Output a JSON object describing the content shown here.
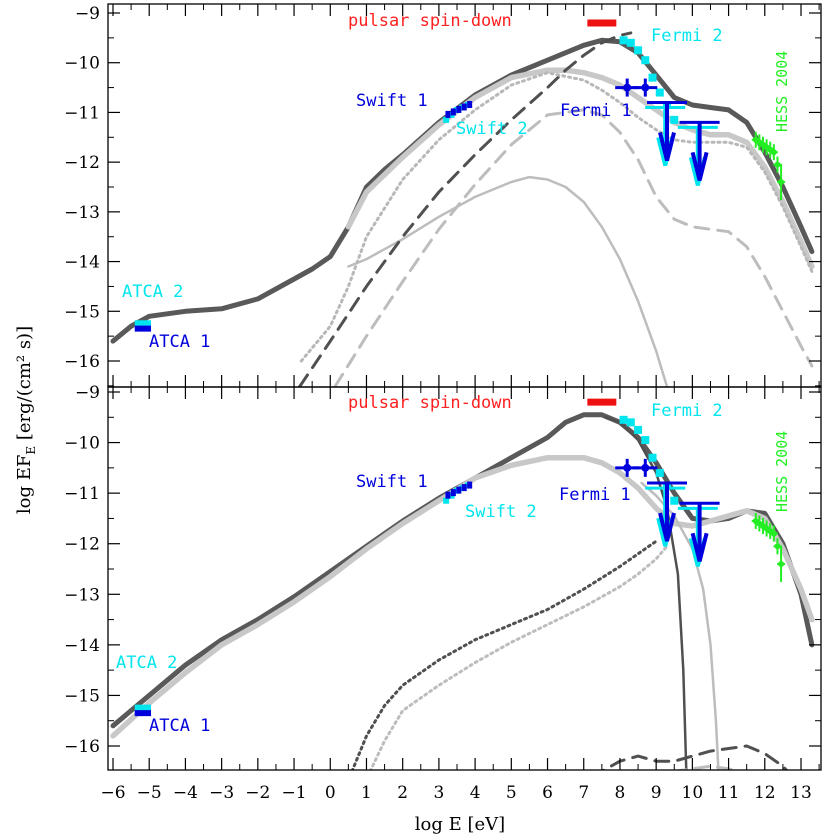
{
  "figure": {
    "xlabel": "log E [eV]",
    "ylabel": "log EF",
    "ylabel_sub": "E",
    "ylabel_units": " [erg/(cm² s)]"
  },
  "chart_data": [
    {
      "type": "line",
      "panel": "top",
      "title": "",
      "xlabel": "log E [eV]",
      "ylabel": "log EF_E [erg/(cm² s)]",
      "xlim": [
        -6.2,
        13.3
      ],
      "ylim": [
        -16.5,
        -8.9
      ],
      "xticks": [
        -6,
        -5,
        -4,
        -3,
        -2,
        -1,
        0,
        1,
        2,
        3,
        4,
        5,
        6,
        7,
        8,
        9,
        10,
        11,
        12,
        13
      ],
      "yticks": [
        -16,
        -15,
        -14,
        -13,
        -12,
        -11,
        -10,
        -9
      ],
      "annotations": [
        {
          "text": "pulsar spin-down",
          "color": "#ff2020",
          "x": 1.0,
          "y": -9.15
        },
        {
          "text": "Fermi 2",
          "color": "#00e5ee",
          "x": 9.3,
          "y": -9.5
        },
        {
          "text": "Swift 1",
          "color": "#0000dd",
          "x": 0.5,
          "y": -10.75
        },
        {
          "text": "Swift 2",
          "color": "#00e5ee",
          "x": 3.5,
          "y": -11.4
        },
        {
          "text": "Fermi 1",
          "color": "#0000dd",
          "x": 6.5,
          "y": -11.05
        },
        {
          "text": "ATCA 2",
          "color": "#00e5ee",
          "x": -5.3,
          "y": -14.6
        },
        {
          "text": "ATCA 1",
          "color": "#0000dd",
          "x": -4.9,
          "y": -15.6
        },
        {
          "text": "HESS 2004",
          "color": "#22ee22",
          "x": 12.7,
          "y": -10.3
        }
      ],
      "series": [
        {
          "style": "thick-dark",
          "color": "#595959",
          "x": [
            -6.0,
            -5.5,
            -5.0,
            -4.0,
            -3.0,
            -2.0,
            -1.0,
            -0.5,
            0.0,
            0.5,
            1.0,
            1.5,
            2.0,
            3.0,
            4.0,
            5.0,
            6.0,
            7.0,
            7.5,
            8.0,
            8.5,
            9.0,
            9.5,
            10.0,
            10.5,
            11.0,
            11.5,
            12.0,
            12.5,
            13.0,
            13.3
          ],
          "y": [
            -15.6,
            -15.3,
            -15.1,
            -15.0,
            -14.95,
            -14.75,
            -14.35,
            -14.15,
            -13.9,
            -13.3,
            -12.5,
            -12.15,
            -11.85,
            -11.2,
            -10.65,
            -10.25,
            -9.95,
            -9.65,
            -9.55,
            -9.58,
            -9.8,
            -10.25,
            -10.7,
            -10.85,
            -10.9,
            -10.95,
            -11.2,
            -11.8,
            -12.5,
            -13.3,
            -13.8
          ]
        },
        {
          "style": "thick-light",
          "color": "#c8c8c8",
          "x": [
            0.5,
            1.0,
            2.0,
            3.0,
            4.0,
            5.0,
            6.0,
            6.5,
            7.0,
            7.5,
            8.0,
            8.5,
            9.0,
            9.5,
            10.0,
            10.5,
            11.0,
            11.5,
            12.0,
            12.5,
            13.0,
            13.3
          ],
          "y": [
            -13.3,
            -12.6,
            -11.9,
            -11.25,
            -10.7,
            -10.3,
            -10.15,
            -10.15,
            -10.2,
            -10.3,
            -10.45,
            -10.7,
            -10.95,
            -11.2,
            -11.35,
            -11.45,
            -11.45,
            -11.6,
            -12.1,
            -12.8,
            -13.6,
            -14.1
          ]
        },
        {
          "style": "thin-light",
          "color": "#bdbdbd",
          "x": [
            0.5,
            1.0,
            2.0,
            3.0,
            4.0,
            5.0,
            5.5,
            6.0,
            6.5,
            7.0,
            7.5,
            8.0,
            8.5,
            9.0,
            9.5,
            9.8
          ],
          "y": [
            -14.1,
            -13.95,
            -13.55,
            -13.1,
            -12.7,
            -12.4,
            -12.3,
            -12.35,
            -12.5,
            -12.8,
            -13.3,
            -13.95,
            -14.8,
            -15.8,
            -17.0,
            -17.5
          ]
        },
        {
          "style": "dashed-dark",
          "color": "#505050",
          "x": [
            -1.2,
            0.0,
            1.0,
            2.0,
            3.0,
            4.0,
            5.0,
            6.0,
            6.5,
            7.0,
            7.5,
            8.0,
            8.3
          ],
          "y": [
            -16.9,
            -15.6,
            -14.5,
            -13.5,
            -12.6,
            -11.85,
            -11.15,
            -10.5,
            -10.15,
            -9.85,
            -9.6,
            -9.45,
            -9.4
          ]
        },
        {
          "style": "dashed-light",
          "color": "#bdbdbd",
          "x": [
            -0.2,
            1.0,
            2.0,
            3.0,
            4.0,
            5.0,
            6.0,
            7.0,
            7.5,
            8.0,
            8.5,
            9.0,
            9.5,
            10.0,
            10.5,
            11.0,
            11.5,
            12.0,
            12.5,
            13.0,
            13.3
          ],
          "y": [
            -16.9,
            -15.5,
            -14.4,
            -13.35,
            -12.45,
            -11.65,
            -11.05,
            -10.95,
            -11.05,
            -11.4,
            -11.95,
            -12.7,
            -13.15,
            -13.3,
            -13.35,
            -13.4,
            -13.7,
            -14.3,
            -15.0,
            -15.7,
            -16.1
          ]
        },
        {
          "style": "dotted-light",
          "color": "#b8b8b8",
          "x": [
            -0.8,
            0.0,
            0.5,
            1.0,
            2.0,
            3.0,
            4.0,
            5.0,
            6.0,
            7.0,
            7.5,
            8.0,
            8.5,
            9.0,
            9.5,
            10.0,
            11.0,
            11.5,
            12.0,
            12.5,
            13.0,
            13.3
          ],
          "y": [
            -16.0,
            -15.3,
            -14.5,
            -13.5,
            -12.35,
            -11.55,
            -10.95,
            -10.45,
            -10.2,
            -10.35,
            -10.55,
            -10.8,
            -11.1,
            -11.35,
            -11.55,
            -11.6,
            -11.6,
            -11.7,
            -12.2,
            -12.9,
            -13.7,
            -14.2
          ]
        }
      ],
      "data_points": {
        "atca_1": {
          "color": "#0000dd",
          "x": [
            -5.4,
            -4.95
          ],
          "y": -15.35
        },
        "atca_2": {
          "color": "#00e5ee",
          "x": [
            -5.4,
            -4.95
          ],
          "y": -15.25
        },
        "swift_1": {
          "color": "#0000dd",
          "x": [
            3.25,
            3.4,
            3.55,
            3.7,
            3.85
          ],
          "y": [
            -11.05,
            -11.0,
            -10.95,
            -10.9,
            -10.85
          ]
        },
        "swift_2": {
          "color": "#00e5ee",
          "x": [
            3.2,
            3.35,
            3.5,
            3.65,
            3.8
          ],
          "y": [
            -11.15,
            -11.05,
            -10.95,
            -10.9,
            -10.85
          ]
        },
        "fermi_2": {
          "color": "#00e5ee",
          "x": [
            8.1,
            8.3,
            8.5,
            8.7,
            8.9,
            9.1,
            9.3,
            9.5
          ],
          "y": [
            -9.55,
            -9.6,
            -9.75,
            -9.95,
            -10.3,
            -10.6,
            -10.85,
            -11.15
          ]
        },
        "fermi_1": {
          "color": "#0000dd",
          "x": [
            8.2,
            8.7
          ],
          "y": [
            -10.5,
            -10.5
          ]
        },
        "fermi_1_ul": {
          "color": "#0000dd",
          "x": [
            9.3,
            10.2
          ],
          "y": [
            -10.8,
            -11.2
          ]
        },
        "fermi_2_ul": {
          "color": "#00e5ee",
          "x": [
            9.25,
            10.15
          ],
          "y": [
            -10.9,
            -11.3
          ]
        },
        "hess_2004": {
          "color": "#22ee22",
          "x": [
            11.75,
            11.85,
            11.95,
            12.05,
            12.15,
            12.25,
            12.35,
            12.45
          ],
          "y": [
            -11.55,
            -11.6,
            -11.65,
            -11.7,
            -11.75,
            -11.8,
            -12.05,
            -12.4
          ]
        },
        "pulsar_spin_down": {
          "color": "#ee1111",
          "x": [
            7.1,
            7.9
          ],
          "y": -9.2
        }
      }
    },
    {
      "type": "line",
      "panel": "bottom",
      "title": "",
      "xlabel": "log E [eV]",
      "ylabel": "log EF_E [erg/(cm² s)]",
      "xlim": [
        -6.2,
        13.3
      ],
      "ylim": [
        -16.5,
        -8.9
      ],
      "xticks": [
        -6,
        -5,
        -4,
        -3,
        -2,
        -1,
        0,
        1,
        2,
        3,
        4,
        5,
        6,
        7,
        8,
        9,
        10,
        11,
        12,
        13
      ],
      "yticks": [
        -16,
        -15,
        -14,
        -13,
        -12,
        -11,
        -10,
        -9
      ],
      "annotations": [
        {
          "text": "pulsar spin-down",
          "color": "#ff2020"
        },
        {
          "text": "Fermi 2",
          "color": "#00e5ee"
        },
        {
          "text": "Swift 1",
          "color": "#0000dd"
        },
        {
          "text": "Swift 2",
          "color": "#00e5ee"
        },
        {
          "text": "Fermi 1",
          "color": "#0000dd"
        },
        {
          "text": "ATCA 2",
          "color": "#00e5ee"
        },
        {
          "text": "ATCA 1",
          "color": "#0000dd"
        },
        {
          "text": "HESS 2004",
          "color": "#22ee22"
        }
      ],
      "series": [
        {
          "style": "thick-dark",
          "color": "#595959",
          "x": [
            -6.0,
            -5.0,
            -4.0,
            -3.0,
            -2.0,
            -1.0,
            0.0,
            1.0,
            2.0,
            3.0,
            4.0,
            5.0,
            6.0,
            6.5,
            7.0,
            7.5,
            8.0,
            8.5,
            9.0,
            9.5,
            10.0,
            10.5,
            11.0,
            11.5,
            12.0,
            12.5,
            13.0,
            13.3
          ],
          "y": [
            -15.6,
            -15.0,
            -14.4,
            -13.9,
            -13.5,
            -13.05,
            -12.55,
            -12.05,
            -11.55,
            -11.1,
            -10.7,
            -10.3,
            -9.9,
            -9.6,
            -9.45,
            -9.45,
            -9.6,
            -9.9,
            -10.4,
            -11.0,
            -11.5,
            -11.55,
            -11.5,
            -11.35,
            -11.4,
            -12.0,
            -13.0,
            -14.0
          ]
        },
        {
          "style": "thick-light",
          "color": "#c8c8c8",
          "x": [
            -6.0,
            -5.0,
            -4.0,
            -3.0,
            -2.0,
            -1.0,
            0.0,
            1.0,
            2.0,
            3.0,
            4.0,
            5.0,
            6.0,
            7.0,
            7.5,
            8.0,
            8.5,
            9.0,
            9.5,
            10.0,
            10.5,
            11.0,
            11.5,
            12.0,
            12.5,
            13.0,
            13.3
          ],
          "y": [
            -15.8,
            -15.15,
            -14.55,
            -14.0,
            -13.6,
            -13.15,
            -12.65,
            -12.1,
            -11.6,
            -11.15,
            -10.7,
            -10.45,
            -10.3,
            -10.3,
            -10.4,
            -10.6,
            -10.9,
            -11.3,
            -11.6,
            -11.65,
            -11.55,
            -11.45,
            -11.35,
            -11.5,
            -12.1,
            -12.9,
            -13.5
          ]
        },
        {
          "style": "thin-dark",
          "color": "#505050",
          "x": [
            7.6,
            8.0,
            8.5,
            9.0,
            9.3,
            9.6,
            9.75,
            9.85
          ],
          "y": [
            -9.5,
            -9.6,
            -9.95,
            -10.6,
            -11.3,
            -12.6,
            -14.5,
            -16.9
          ]
        },
        {
          "style": "thin-light",
          "color": "#bdbdbd",
          "x": [
            8.6,
            9.0,
            9.5,
            10.0,
            10.3,
            10.5,
            10.65,
            10.75
          ],
          "y": [
            -10.8,
            -11.05,
            -11.45,
            -12.1,
            -12.9,
            -14.0,
            -15.5,
            -16.9
          ]
        },
        {
          "style": "dotted-dark",
          "color": "#505050",
          "x": [
            0.6,
            1.0,
            1.5,
            2.0,
            3.0,
            4.0,
            5.0,
            6.0,
            7.0,
            8.0,
            8.5,
            9.0
          ],
          "y": [
            -16.5,
            -15.8,
            -15.2,
            -14.8,
            -14.3,
            -13.9,
            -13.6,
            -13.3,
            -12.9,
            -12.45,
            -12.2,
            -11.95
          ]
        },
        {
          "style": "dotted-light",
          "color": "#bdbdbd",
          "x": [
            1.1,
            1.5,
            2.0,
            3.0,
            4.0,
            5.0,
            6.0,
            7.0,
            8.0,
            8.5,
            9.0,
            9.3
          ],
          "y": [
            -16.5,
            -15.9,
            -15.3,
            -14.8,
            -14.35,
            -13.95,
            -13.6,
            -13.25,
            -12.85,
            -12.6,
            -12.3,
            -12.05
          ]
        },
        {
          "style": "dashed-dark",
          "color": "#505050",
          "x": [
            6.0,
            7.0,
            7.5,
            8.0,
            8.5,
            9.0,
            9.5,
            10.0,
            10.5,
            11.0,
            11.5,
            12.0,
            12.5,
            13.0,
            13.3
          ],
          "y": [
            -16.9,
            -16.65,
            -16.5,
            -16.3,
            -16.2,
            -16.3,
            -16.3,
            -16.2,
            -16.1,
            -16.05,
            -16.0,
            -16.15,
            -16.4,
            -16.8,
            -17.0
          ]
        },
        {
          "style": "dashed-light",
          "color": "#bdbdbd",
          "x": [
            7.0,
            8.0,
            8.5,
            9.0,
            9.5,
            10.0,
            10.5,
            11.0,
            11.5,
            12.0,
            12.5,
            13.0
          ],
          "y": [
            -16.95,
            -16.7,
            -16.55,
            -16.5,
            -16.5,
            -16.45,
            -16.4,
            -16.45,
            -16.55,
            -16.7,
            -16.85,
            -16.95
          ]
        }
      ],
      "data_points": {
        "atca_1": {
          "color": "#0000dd",
          "x": [
            -5.4,
            -4.95
          ],
          "y": -15.35
        },
        "atca_2": {
          "color": "#00e5ee",
          "x": [
            -5.4,
            -4.95
          ],
          "y": -15.25
        },
        "swift_1": {
          "color": "#0000dd",
          "x": [
            3.25,
            3.4,
            3.55,
            3.7,
            3.85
          ],
          "y": [
            -11.05,
            -11.0,
            -10.95,
            -10.9,
            -10.85
          ]
        },
        "swift_2": {
          "color": "#00e5ee",
          "x": [
            3.2,
            3.35,
            3.5,
            3.65,
            3.8
          ],
          "y": [
            -11.15,
            -11.05,
            -10.95,
            -10.9,
            -10.85
          ]
        },
        "fermi_2": {
          "color": "#00e5ee",
          "x": [
            8.1,
            8.3,
            8.5,
            8.7,
            8.9,
            9.1,
            9.3,
            9.5
          ],
          "y": [
            -9.55,
            -9.6,
            -9.75,
            -9.95,
            -10.3,
            -10.6,
            -10.85,
            -11.15
          ]
        },
        "fermi_1": {
          "color": "#0000dd",
          "x": [
            8.2,
            8.7
          ],
          "y": [
            -10.5,
            -10.5
          ]
        },
        "fermi_1_ul": {
          "color": "#0000dd",
          "x": [
            9.3,
            10.2
          ],
          "y": [
            -10.8,
            -11.2
          ]
        },
        "fermi_2_ul": {
          "color": "#00e5ee",
          "x": [
            9.25,
            10.15
          ],
          "y": [
            -10.9,
            -11.3
          ]
        },
        "hess_2004": {
          "color": "#22ee22",
          "x": [
            11.75,
            11.85,
            11.95,
            12.05,
            12.15,
            12.25,
            12.35,
            12.45
          ],
          "y": [
            -11.55,
            -11.6,
            -11.65,
            -11.7,
            -11.75,
            -11.8,
            -12.05,
            -12.4
          ]
        },
        "pulsar_spin_down": {
          "color": "#ee1111",
          "x": [
            7.1,
            7.9
          ],
          "y": -9.2
        }
      }
    }
  ]
}
